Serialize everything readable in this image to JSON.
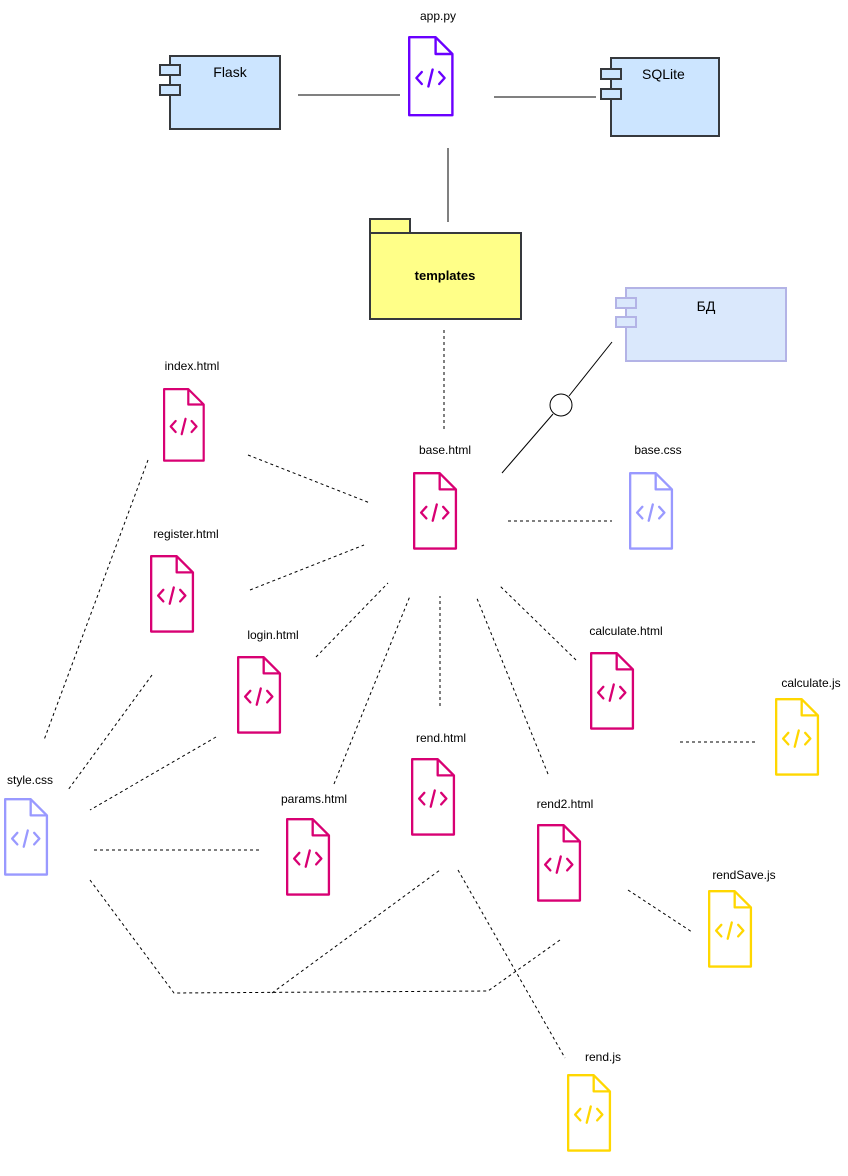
{
  "colors": {
    "app_file": "#6a00ff",
    "html_file": "#d80073",
    "css_file": "#9999ff",
    "js_file": "#ffd700",
    "component_fill": "#cce5ff",
    "component_stroke": "#36393d",
    "db_fill": "#dae8fc",
    "db_stroke": "#b3b3e6",
    "folder_fill": "#ffff88",
    "folder_stroke": "#36393d"
  },
  "components": {
    "flask": {
      "label": "Flask",
      "icon": "component-icon"
    },
    "sqlite": {
      "label": "SQLite",
      "icon": "component-icon"
    },
    "db": {
      "label": "БД",
      "icon": "component-icon"
    }
  },
  "folder": {
    "label": "templates",
    "icon": "folder-icon"
  },
  "files": {
    "app": {
      "label": "app.py",
      "kind": "app",
      "icon": "code-file-icon"
    },
    "index": {
      "label": "index.html",
      "kind": "html",
      "icon": "code-file-icon"
    },
    "base": {
      "label": "base.html",
      "kind": "html",
      "icon": "code-file-icon"
    },
    "base_css": {
      "label": "base.css",
      "kind": "css",
      "icon": "code-file-icon"
    },
    "register": {
      "label": "register.html",
      "kind": "html",
      "icon": "code-file-icon"
    },
    "login": {
      "label": "login.html",
      "kind": "html",
      "icon": "code-file-icon"
    },
    "calculate": {
      "label": "calculate.html",
      "kind": "html",
      "icon": "code-file-icon"
    },
    "calculate_js": {
      "label": "calculate.js",
      "kind": "js",
      "icon": "code-file-icon"
    },
    "rend": {
      "label": "rend.html",
      "kind": "html",
      "icon": "code-file-icon"
    },
    "style_css": {
      "label": "style.css",
      "kind": "css",
      "icon": "code-file-icon"
    },
    "params": {
      "label": "params.html",
      "kind": "html",
      "icon": "code-file-icon"
    },
    "rend2": {
      "label": "rend2.html",
      "kind": "html",
      "icon": "code-file-icon"
    },
    "rendsave_js": {
      "label": "rendSave.js",
      "kind": "js",
      "icon": "code-file-icon"
    },
    "rend_js": {
      "label": "rend.js",
      "kind": "js",
      "icon": "code-file-icon"
    }
  },
  "connections": [
    {
      "from": "flask",
      "to": "app",
      "style": "solid"
    },
    {
      "from": "app",
      "to": "sqlite",
      "style": "solid"
    },
    {
      "from": "app",
      "to": "templates",
      "style": "solid"
    },
    {
      "from": "templates",
      "to": "base",
      "style": "dashed"
    },
    {
      "from": "base",
      "to": "db",
      "style": "lollipop"
    },
    {
      "from": "index",
      "to": "base",
      "style": "dashed"
    },
    {
      "from": "register",
      "to": "base",
      "style": "dashed"
    },
    {
      "from": "login",
      "to": "base",
      "style": "dashed"
    },
    {
      "from": "params",
      "to": "base",
      "style": "dashed"
    },
    {
      "from": "rend",
      "to": "base",
      "style": "dashed"
    },
    {
      "from": "rend2",
      "to": "base",
      "style": "dashed"
    },
    {
      "from": "calculate",
      "to": "base",
      "style": "dashed"
    },
    {
      "from": "base",
      "to": "base_css",
      "style": "dashed"
    },
    {
      "from": "calculate",
      "to": "calculate_js",
      "style": "dashed"
    },
    {
      "from": "rend2",
      "to": "rendsave_js",
      "style": "dashed"
    },
    {
      "from": "rend",
      "to": "rend_js",
      "style": "dashed"
    },
    {
      "from": "index",
      "to": "style_css",
      "style": "dashed"
    },
    {
      "from": "register",
      "to": "style_css",
      "style": "dashed"
    },
    {
      "from": "login",
      "to": "style_css",
      "style": "dashed"
    },
    {
      "from": "params",
      "to": "style_css",
      "style": "dashed"
    },
    {
      "from": "rend",
      "to": "style_css",
      "style": "dashed"
    },
    {
      "from": "rend2",
      "to": "style_css",
      "style": "dashed"
    }
  ]
}
